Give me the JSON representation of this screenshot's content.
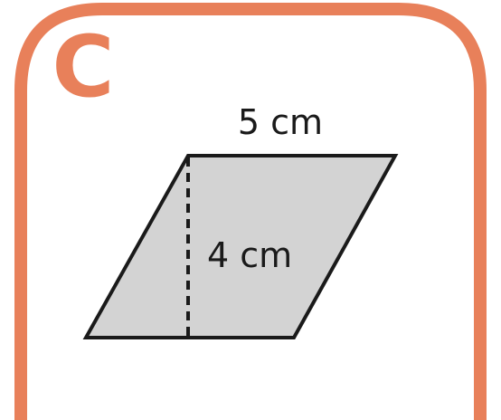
{
  "card": {
    "letter": "C",
    "accent_color": "#E8805A",
    "fill_color": "#D3D3D3",
    "stroke_color": "#1a1a1a"
  },
  "figure": {
    "shape": "parallelogram",
    "base_label": "5 cm",
    "height_label": "4 cm"
  }
}
